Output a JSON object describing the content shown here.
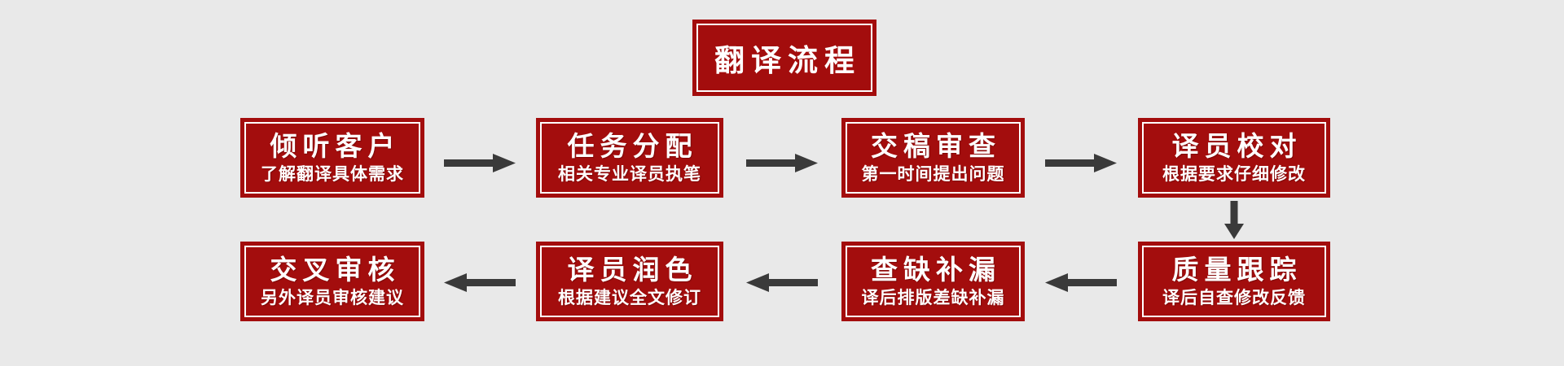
{
  "page": {
    "background_color": "#e9e9e9"
  },
  "colors": {
    "box_red": "#a30d0d",
    "inner_border_white": "#ffffff",
    "arrow_dark": "#3a3a3a",
    "text_white": "#ffffff"
  },
  "title": {
    "label": "翻译流程"
  },
  "flow": {
    "row1": [
      {
        "title": "倾听客户",
        "subtitle": "了解翻译具体需求"
      },
      {
        "title": "任务分配",
        "subtitle": "相关专业译员执笔"
      },
      {
        "title": "交稿审查",
        "subtitle": "第一时间提出问题"
      },
      {
        "title": "译员校对",
        "subtitle": "根据要求仔细修改"
      }
    ],
    "row2": [
      {
        "title": "交叉审核",
        "subtitle": "另外译员审核建议"
      },
      {
        "title": "译员润色",
        "subtitle": "根据建议全文修订"
      },
      {
        "title": "查缺补漏",
        "subtitle": "译后排版差缺补漏"
      },
      {
        "title": "质量跟踪",
        "subtitle": "译后自查修改反馈"
      }
    ]
  },
  "arrows": {
    "row1_direction": "right",
    "row2_direction": "left",
    "connector_direction": "down"
  }
}
